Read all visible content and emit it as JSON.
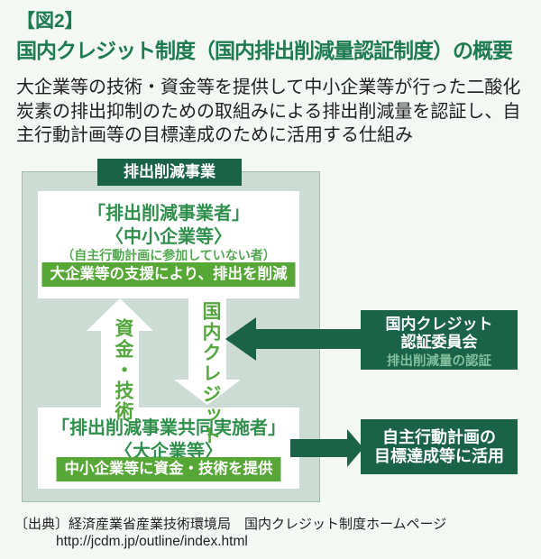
{
  "header": {
    "fig_label": "【図2】",
    "title": "国内クレジット制度（国内排出削減量認証制度）の概要",
    "description": "大企業等の技術・資金等を提供して中小企業等が行った二酸化炭素の排出抑制のための取組みによる排出削減量を認証し、自主行動計画等の目標達成のために活用する仕組み"
  },
  "diagram": {
    "tab_label": "排出削減事業",
    "box_sme": {
      "title": "「排出削減事業者」",
      "subtitle": "〈中小企業等〉",
      "note": "（自主行動計画に参加していない者）",
      "action": "大企業等の支援により、排出を削減"
    },
    "arrows": {
      "funds_label": "資金・技術",
      "credit_label": "国内クレジット"
    },
    "box_large": {
      "title": "「排出削減事業共同実施者」",
      "subtitle": "〈大企業等〉",
      "action": "中小企業等に資金・技術を提供"
    },
    "committee": {
      "line1": "国内クレジット",
      "line2": "認証委員会",
      "note": "排出削減量の認証"
    },
    "usage": {
      "line1": "自主行動計画の",
      "line2": "目標達成等に活用"
    }
  },
  "footer": {
    "source_line1": "〔出典〕経済産業省産業技術環境局　国内クレジット制度ホームページ",
    "source_line2": "http://jcdm.jp/outline/index.html"
  },
  "colors": {
    "title_green": "#1e7a50",
    "dark_green": "#1a6248",
    "medium_green": "#57a737",
    "text_green": "#52a84f",
    "light_green_text": "#82bf9e",
    "pale_panel": "#ccdcd4",
    "page_background": "#f4f8f4"
  }
}
